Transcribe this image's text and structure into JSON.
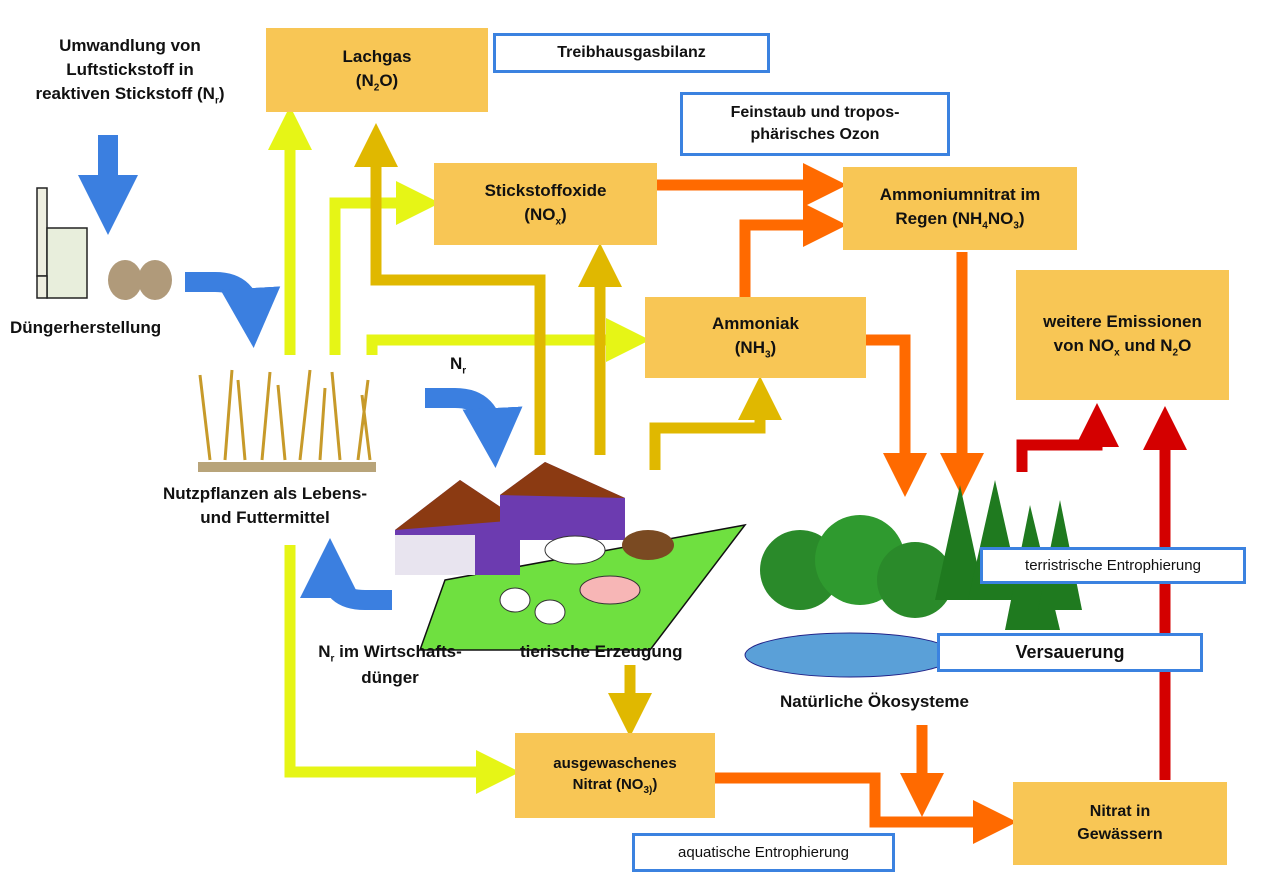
{
  "colors": {
    "box": "#f8c655",
    "label_border": "#3b82e0",
    "arrow_yellow": "#e6f516",
    "arrow_gold": "#e0b800",
    "arrow_orange": "#ff6a00",
    "arrow_red": "#d40000",
    "arrow_blue": "#3b7fe0"
  },
  "texts": {
    "umwandlung": [
      "Umwandlung von",
      "Luftstickstoff in",
      "reaktiven Stickstoff (N",
      "r",
      ")"
    ],
    "duenger": "Düngerherstellung",
    "nutzpflanzen": [
      "Nutzpflanzen als Lebens-",
      "und Futtermittel"
    ],
    "nr": [
      "N",
      "r"
    ],
    "wirtschaftsduenger": [
      "N",
      "r",
      " im Wirtschafts-",
      "dünger"
    ],
    "tierisch": "tierische Erzeugung",
    "oekosysteme": "Natürliche Ökosysteme"
  },
  "boxes": {
    "lachgas": [
      "Lachgas",
      "(N",
      "2",
      "O)"
    ],
    "nox": [
      "Stickstoffoxide",
      "(NO",
      "x",
      ")"
    ],
    "ammoniumnitrat": [
      "Ammoniumnitrat im",
      "Regen (NH",
      "4",
      "NO",
      "3",
      ")"
    ],
    "ammoniak": [
      "Ammoniak",
      "(NH",
      "3",
      ")"
    ],
    "weitere": [
      "weitere Emissionen",
      "von NO",
      "x",
      " und N",
      "2",
      "O"
    ],
    "nitrat_ausgewaschen": [
      "ausgewaschenes",
      "Nitrat (NO",
      "3)",
      ")"
    ],
    "nitrat_gewaesser": [
      "Nitrat in",
      "Gewässern"
    ]
  },
  "labels": {
    "treibhaus": "Treibhausgasbilanz",
    "feinstaub": [
      "Feinstaub und tropos-",
      "phärisches Ozon"
    ],
    "terristrisch": "terristrische Entrophierung",
    "versauerung": "Versauerung",
    "aquatisch": "aquatische Entrophierung"
  }
}
